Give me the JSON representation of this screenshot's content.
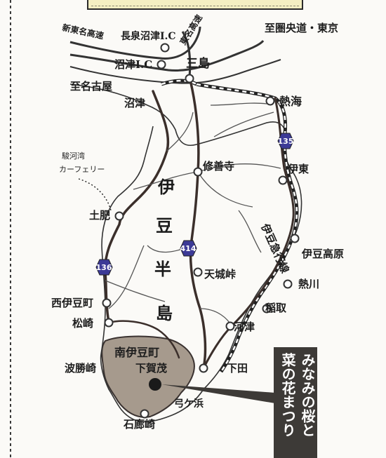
{
  "map": {
    "labels": {
      "shin_tomei": "新東名高速",
      "nagaizumi_ic": "長泉沼津I.C",
      "tomei": "東名高速",
      "ken_o": "至圏央道・東京",
      "numazu_ic": "沼津I.C",
      "mishima": "三島",
      "nagoya": "至名古屋",
      "numazu": "沼津",
      "atami": "熱海",
      "suruga_1": "駿河湾",
      "suruga_2": "カーフェリー",
      "shuzenji": "修善寺",
      "ito": "伊東",
      "toi": "土肥",
      "izukogen": "伊豆高原",
      "amagi": "天城峠",
      "atagawa": "熱川",
      "nishiizu": "西伊豆町",
      "inatori": "稲取",
      "matsuzaki": "松崎",
      "kawazu": "河津",
      "minamiizu": "南伊豆町",
      "hasaki": "波勝崎",
      "shimogamo": "下賀茂",
      "shimoda": "下田",
      "yumigahama": "弓ケ浜",
      "irozaki": "石廊崎"
    },
    "peninsula_chars": [
      "伊",
      "豆",
      "半",
      "島"
    ],
    "railway_label": "伊豆急行線",
    "routes": {
      "r135": "135",
      "r414": "414",
      "r136": "136"
    },
    "callout_lines": [
      "みなみの桜と",
      "菜の花まつり"
    ],
    "colors": {
      "highlight": "#a69a8d",
      "route_shield": "#3c3a96",
      "callout_bg": "#3d3a37"
    }
  }
}
